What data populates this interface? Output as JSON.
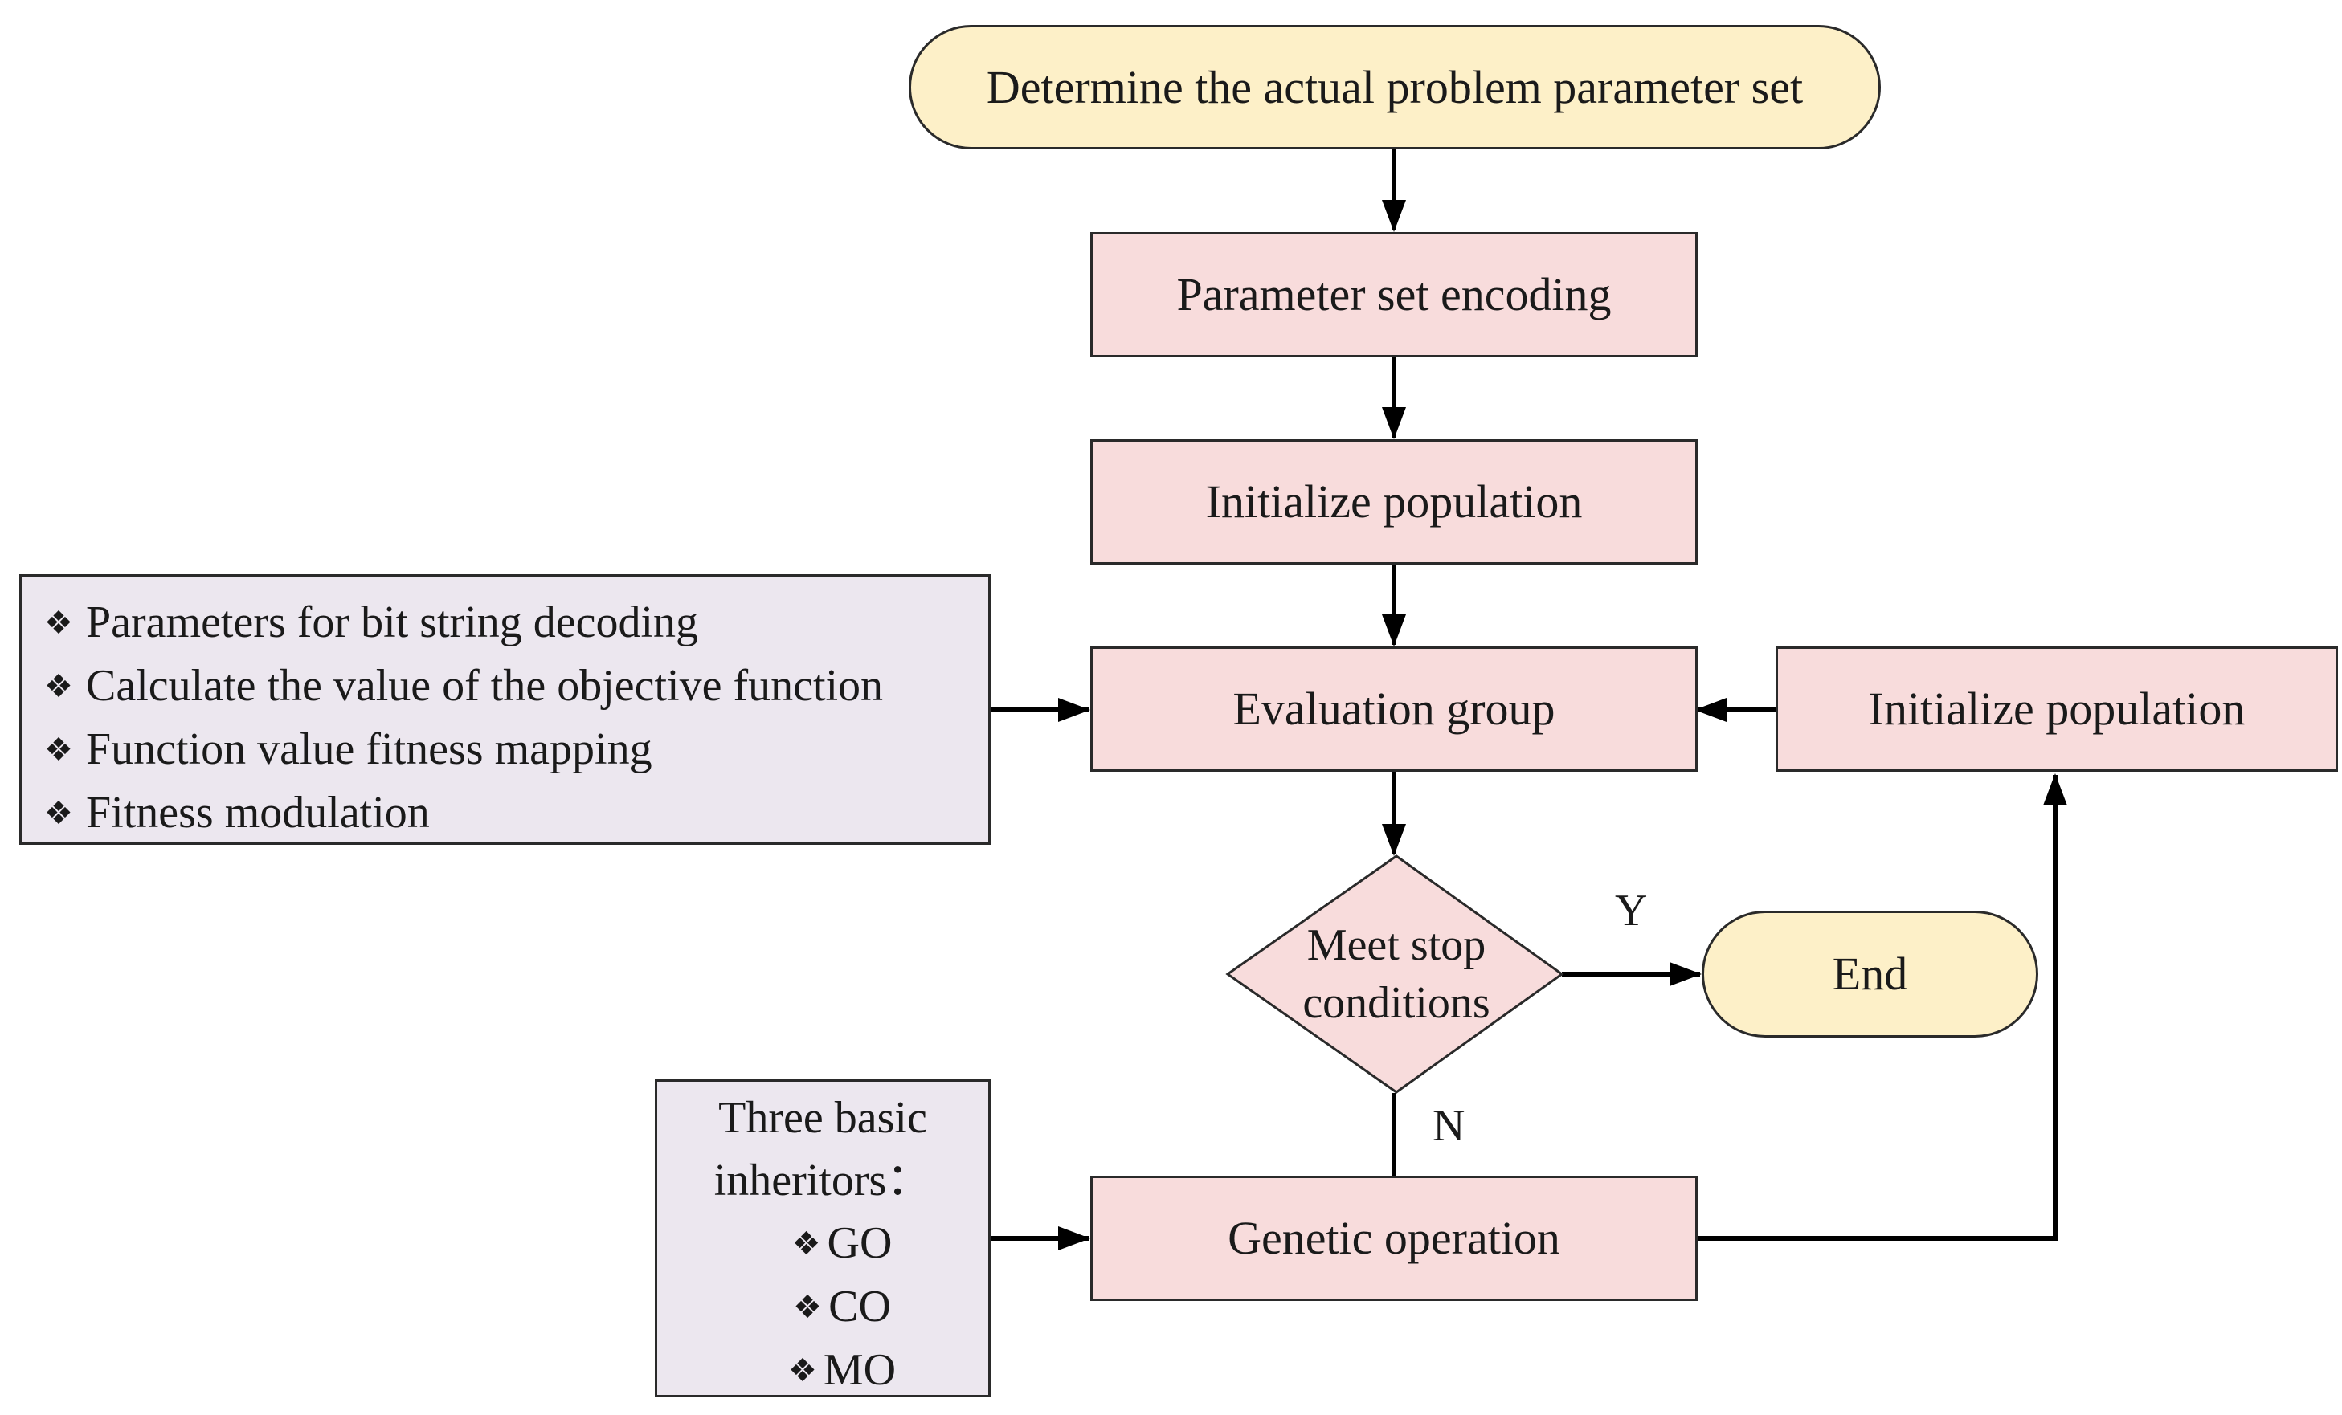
{
  "nodes": {
    "start": "Determine the actual problem parameter set",
    "encoding": "Parameter set encoding",
    "init_population": "Initialize population",
    "evaluation": "Evaluation group",
    "init_population_right": "Initialize population",
    "decision_line1": "Meet stop",
    "decision_line2": "conditions",
    "end": "End",
    "genetic": "Genetic operation"
  },
  "evaluation_note": {
    "items": [
      "Parameters for bit string decoding",
      "Calculate the value of the objective function",
      "Function value fitness mapping",
      "Fitness modulation"
    ]
  },
  "operators_note": {
    "title_line1": "Three basic",
    "title_line2": "inheritors：",
    "items": [
      "GO",
      "CO",
      "MO"
    ]
  },
  "edge_labels": {
    "yes": "Y",
    "no": "N"
  },
  "colors": {
    "terminator_fill": "#fdf0c8",
    "process_fill": "#f8dcdc",
    "note_fill": "#ece7ef",
    "line": "#000000"
  },
  "icons": {
    "bullet": "four-diamond-bullet-icon"
  }
}
